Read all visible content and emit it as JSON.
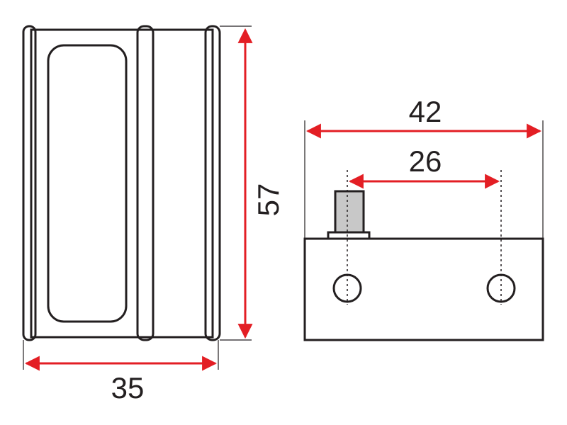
{
  "diagram": {
    "dimensions": {
      "width_front": "35",
      "height_front": "57",
      "width_side": "42",
      "hole_spacing": "26"
    },
    "colors": {
      "outline": "#231f20",
      "dimension": "#e31e24",
      "pin_fill": "#c8c8c8"
    }
  }
}
